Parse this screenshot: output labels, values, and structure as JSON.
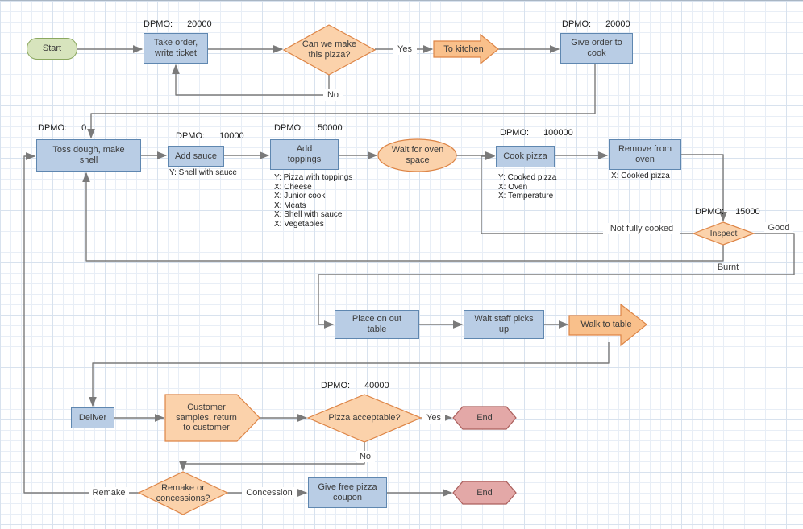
{
  "nodes": {
    "start": {
      "label": "Start"
    },
    "take_order": {
      "label": "Take order, write ticket",
      "dpmo_label": "DPMO:",
      "dpmo_value": "20000"
    },
    "can_make_pizza": {
      "label": "Can we make this pizza?"
    },
    "to_kitchen": {
      "label": "To kitchen"
    },
    "give_order": {
      "label": "Give order to cook",
      "dpmo_label": "DPMO:",
      "dpmo_value": "20000"
    },
    "toss_dough": {
      "label": "Toss dough, make shell",
      "dpmo_label": "DPMO:",
      "dpmo_value": "0"
    },
    "add_sauce": {
      "label": "Add sauce",
      "dpmo_label": "DPMO:",
      "dpmo_value": "10000",
      "note": "Y: Shell with sauce"
    },
    "add_toppings": {
      "label": "Add toppings",
      "dpmo_label": "DPMO:",
      "dpmo_value": "50000",
      "notes": [
        "Y: Pizza with toppings",
        "X: Cheese",
        "X: Junior cook",
        "X: Meats",
        "X: Shell with sauce",
        "X: Vegetables"
      ]
    },
    "wait_oven": {
      "label": "Wait for oven space"
    },
    "cook_pizza": {
      "label": "Cook pizza",
      "dpmo_label": "DPMO:",
      "dpmo_value": "100000",
      "notes": [
        "Y: Cooked pizza",
        "X: Oven",
        "X: Temperature"
      ]
    },
    "remove_oven": {
      "label": "Remove from oven",
      "note": "X: Cooked pizza"
    },
    "inspect": {
      "label": "Inspect",
      "dpmo_label": "DPMO:",
      "dpmo_value": "15000"
    },
    "place_table": {
      "label": "Place on out table"
    },
    "wait_staff": {
      "label": "Wait staff picks up"
    },
    "walk_table": {
      "label": "Walk to table"
    },
    "deliver": {
      "label": "Deliver"
    },
    "customer_samples": {
      "label": "Customer samples, return to customer"
    },
    "pizza_acceptable": {
      "label": "Pizza acceptable?",
      "dpmo_label": "DPMO:",
      "dpmo_value": "40000"
    },
    "end_top": {
      "label": "End"
    },
    "remake_concessions": {
      "label": "Remake or concessions?"
    },
    "free_coupon": {
      "label": "Give free pizza coupon"
    },
    "end_bottom": {
      "label": "End"
    }
  },
  "edge_labels": {
    "yes_kitchen": "Yes",
    "no_remake_ticket": "No",
    "not_fully_cooked": "Not fully cooked",
    "burnt": "Burnt",
    "good": "Good",
    "yes_end": "Yes",
    "no_acceptable": "No",
    "remake": "Remake",
    "concession": "Concession"
  }
}
